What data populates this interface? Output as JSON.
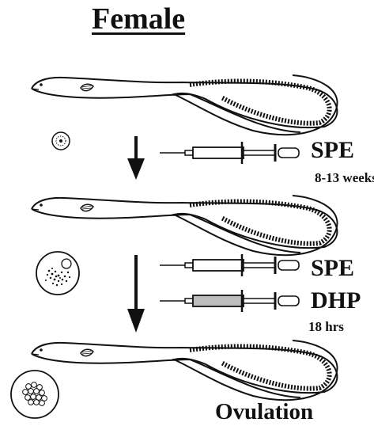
{
  "title": "Female",
  "injections": {
    "first": {
      "label": "SPE",
      "duration": "8-13 weeks"
    },
    "second": {
      "label": "SPE"
    },
    "third": {
      "label": "DHP",
      "duration": "18 hrs"
    }
  },
  "result": "Ovulation",
  "colors": {
    "ink": "#111111",
    "shade": "#bdbdbd",
    "bg": "#ffffff"
  }
}
